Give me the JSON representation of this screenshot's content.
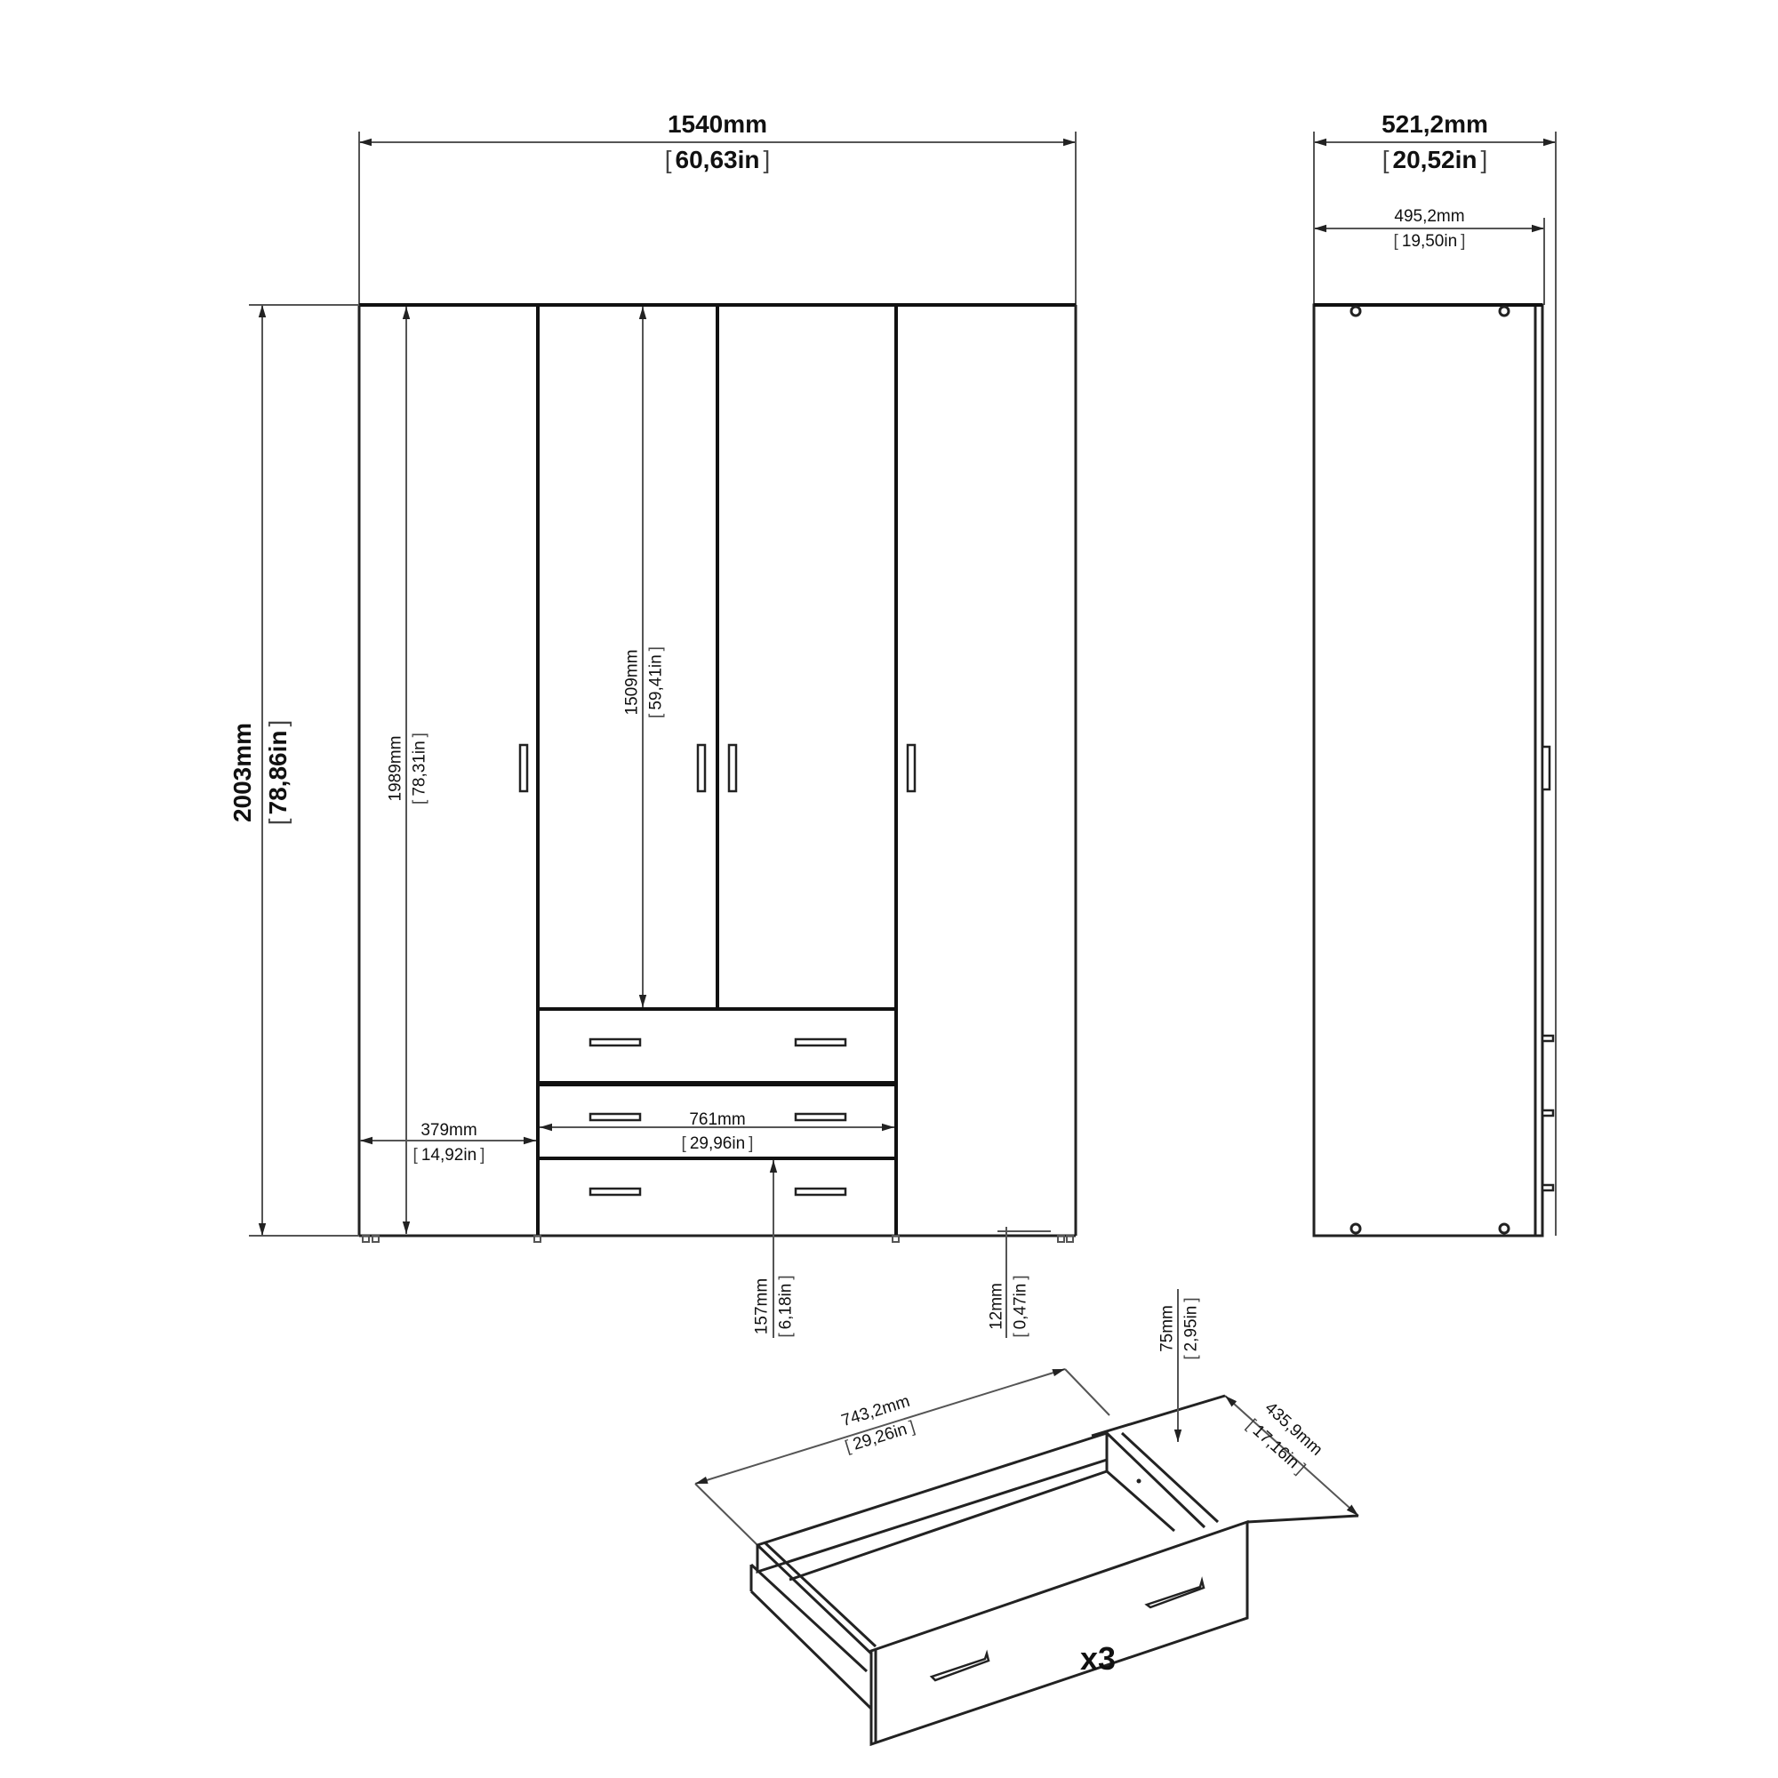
{
  "drawing": {
    "title": "Wardrobe dimension drawing",
    "front_view": {
      "overall_width": {
        "mm": "1540mm",
        "in": "60,63in"
      },
      "overall_height": {
        "mm": "2003mm",
        "in": "78,86in"
      },
      "door_height": {
        "mm": "1989mm",
        "in": "78,31in"
      },
      "upper_door_height": {
        "mm": "1509mm",
        "in": "59,41in"
      },
      "side_door_width": {
        "mm": "379mm",
        "in": "14,92in"
      },
      "drawer_section_width": {
        "mm": "761mm",
        "in": "29,96in"
      },
      "drawer_from_floor": {
        "mm": "157mm",
        "in": "6,18in"
      },
      "foot_height": {
        "mm": "12mm",
        "in": "0,47in"
      }
    },
    "side_view": {
      "overall_depth": {
        "mm": "521,2mm",
        "in": "20,52in"
      },
      "body_depth": {
        "mm": "495,2mm",
        "in": "19,50in"
      }
    },
    "drawer_detail": {
      "width": {
        "mm": "743,2mm",
        "in": "29,26in"
      },
      "depth": {
        "mm": "435,9mm",
        "in": "17,16in"
      },
      "height": {
        "mm": "75mm",
        "in": "2,95in"
      },
      "quantity": "x3"
    }
  },
  "colors": {
    "line": "#222222",
    "dimension": "#555555",
    "background": "#ffffff"
  }
}
